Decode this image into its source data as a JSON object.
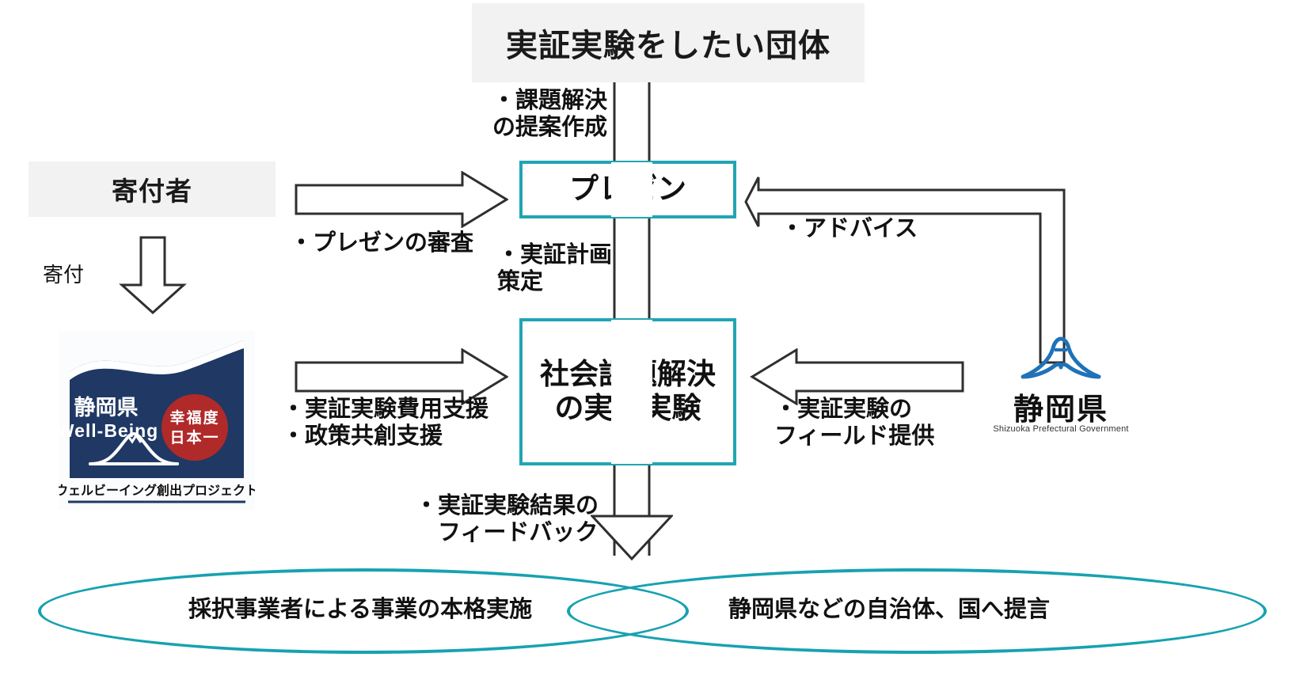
{
  "diagram": {
    "title": "実証実験をしたい団体",
    "background": "#ffffff",
    "accent_teal": "#21a5b3",
    "chip_background": "#f2f2f2"
  },
  "headers": {
    "top": "実証実験をしたい団体",
    "donor": "寄付者"
  },
  "boxes": {
    "presentation": "プレゼン",
    "experiment": "社会課題解決\nの実証実験"
  },
  "labels": {
    "proposal": "・課題解決\nの提案作成",
    "screening": "・プレゼンの審査",
    "plan": "・実証計画\n策定",
    "advice": "・アドバイス",
    "donation": "寄付",
    "cost_support": "・実証実験費用支援\n・政策共創支援",
    "field_offer": "・実証実験の\n  フィールド提供",
    "feedback": "・実証実験結果の\n　フィードバック"
  },
  "outcomes": {
    "left": "採択事業者による事業の本格実施",
    "right": "静岡県などの自治体、国へ提言"
  },
  "wellbeing_logo": {
    "prefecture": "静岡県",
    "wellbeing": "Well-Being",
    "badge_line1": "幸福度",
    "badge_line2": "日本一",
    "caption": "ウェルビーイング創出プロジェクト",
    "navy": "#1f3864",
    "red": "#b02a2a"
  },
  "shizuoka_logo": {
    "name": "静岡県",
    "english": "Shizuoka Prefectural Government",
    "mark_color": "#1f72b8"
  },
  "arrows": [
    {
      "name": "donation-arrow",
      "direction": "down"
    },
    {
      "name": "screening-arrow",
      "direction": "right"
    },
    {
      "name": "proposal-shaft-arrow",
      "direction": "down"
    },
    {
      "name": "advice-arrow",
      "direction": "left-elbow"
    },
    {
      "name": "cost-support-arrow",
      "direction": "right"
    },
    {
      "name": "field-arrow",
      "direction": "left"
    },
    {
      "name": "feedback-arrow",
      "direction": "down"
    }
  ]
}
